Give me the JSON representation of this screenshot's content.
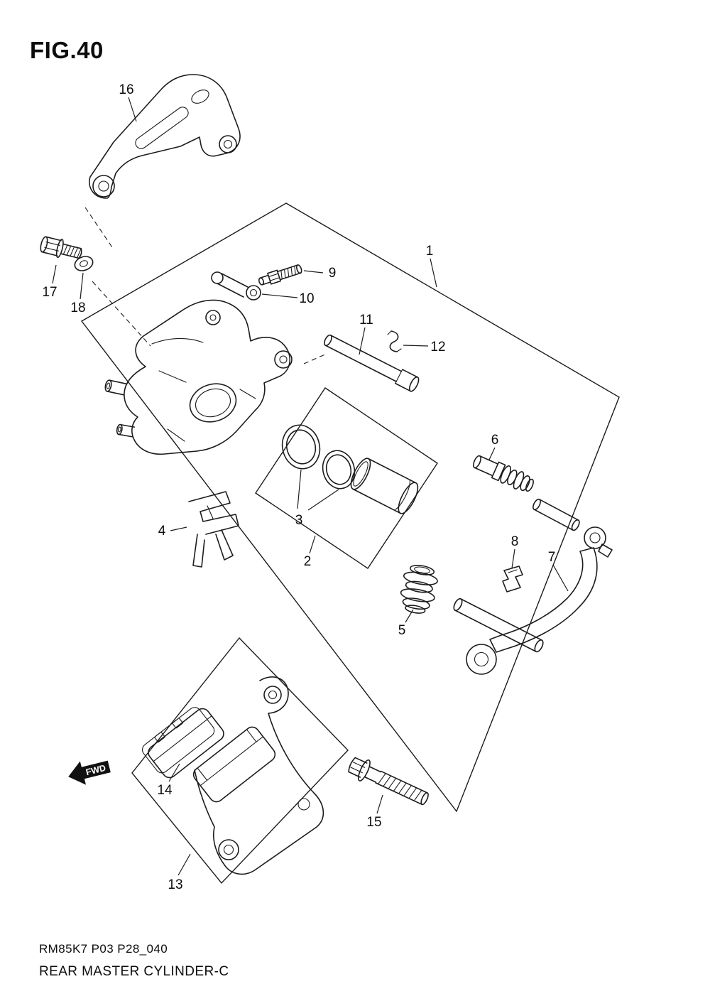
{
  "page": {
    "title": "FIG.40",
    "code_line": "RM85K7 P03 P28_040",
    "name_line": "REAR MASTER CYLINDER-C",
    "fwd_label": "FWD"
  },
  "diagram": {
    "kind": "exploded-parts-diagram",
    "line_color": "#1c1c1c",
    "background": "#ffffff"
  },
  "part_labels": [
    {
      "num": "1"
    },
    {
      "num": "2"
    },
    {
      "num": "3"
    },
    {
      "num": "4"
    },
    {
      "num": "5"
    },
    {
      "num": "6"
    },
    {
      "num": "7"
    },
    {
      "num": "8"
    },
    {
      "num": "9"
    },
    {
      "num": "10"
    },
    {
      "num": "11"
    },
    {
      "num": "12"
    },
    {
      "num": "13"
    },
    {
      "num": "14"
    },
    {
      "num": "15"
    },
    {
      "num": "16"
    },
    {
      "num": "17"
    },
    {
      "num": "18"
    }
  ]
}
